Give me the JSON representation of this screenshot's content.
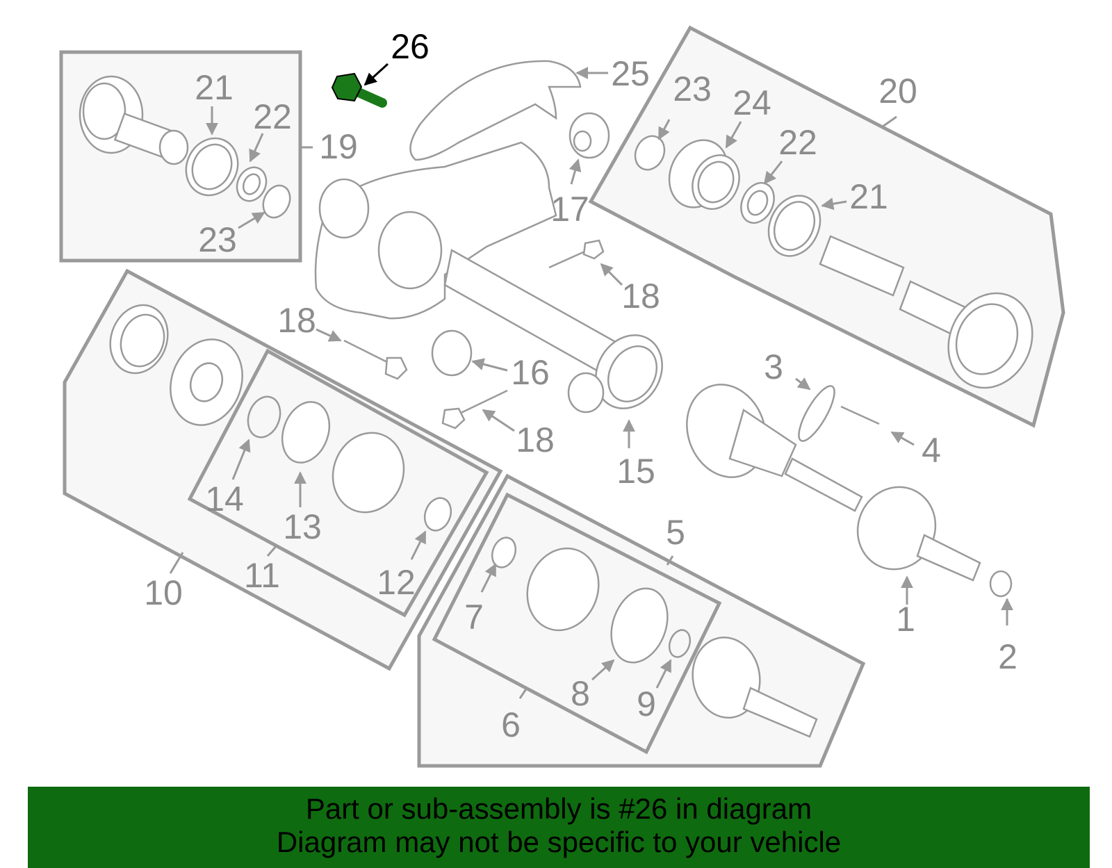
{
  "highlight": {
    "number": "26",
    "color": "#1a7a1a"
  },
  "callouts": [
    "1",
    "2",
    "3",
    "4",
    "5",
    "6",
    "7",
    "8",
    "9",
    "10",
    "11",
    "12",
    "13",
    "14",
    "15",
    "16",
    "17",
    "18",
    "18",
    "18",
    "19",
    "20",
    "21",
    "21",
    "22",
    "22",
    "23",
    "23",
    "24",
    "25"
  ],
  "banner": {
    "line1": "Part or sub-assembly is #26 in diagram",
    "line2": "Diagram may not be specific to your vehicle",
    "background": "#0f6b0f"
  }
}
